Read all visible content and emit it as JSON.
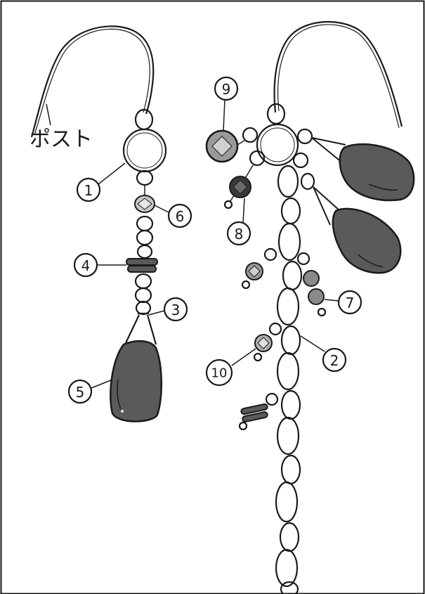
{
  "title": "",
  "post_label": "ポスト",
  "colors": {
    "stone": "#5a5a5a",
    "stone_dark": "#3a3a3a",
    "bead_light": "#c8c8c8",
    "ink": "#1a1a1a",
    "background": "#ffffff"
  },
  "callouts": [
    {
      "id": "1",
      "text": "1"
    },
    {
      "id": "2",
      "text": "2"
    },
    {
      "id": "3",
      "text": "3"
    },
    {
      "id": "4",
      "text": "4"
    },
    {
      "id": "5",
      "text": "5"
    },
    {
      "id": "6",
      "text": "6"
    },
    {
      "id": "7",
      "text": "7"
    },
    {
      "id": "8",
      "text": "8"
    },
    {
      "id": "9",
      "text": "9"
    },
    {
      "id": "10",
      "text": "10"
    }
  ]
}
